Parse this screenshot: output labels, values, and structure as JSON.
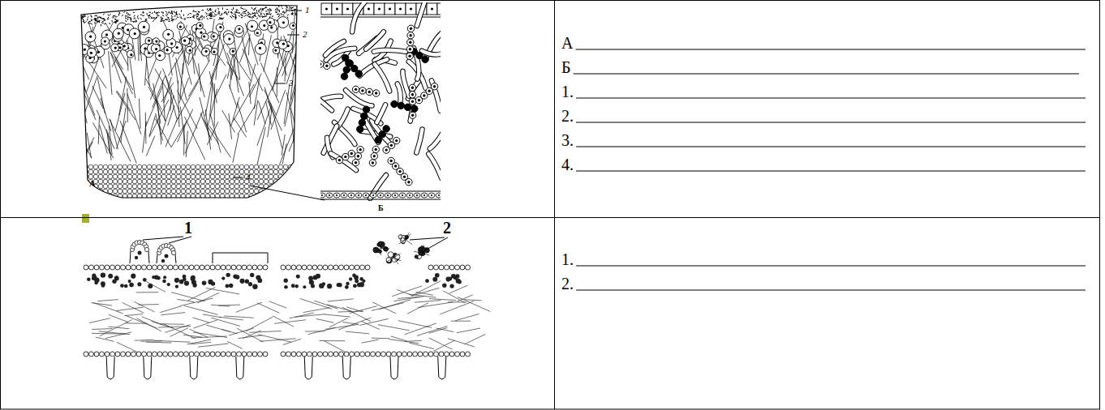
{
  "diagram": {
    "labels": [
      "1",
      "2",
      "3",
      "4",
      "А",
      "Б",
      "А",
      "Б",
      "1.",
      "2.",
      "3.",
      "4.",
      "1",
      "2",
      "1.",
      "2."
    ]
  }
}
